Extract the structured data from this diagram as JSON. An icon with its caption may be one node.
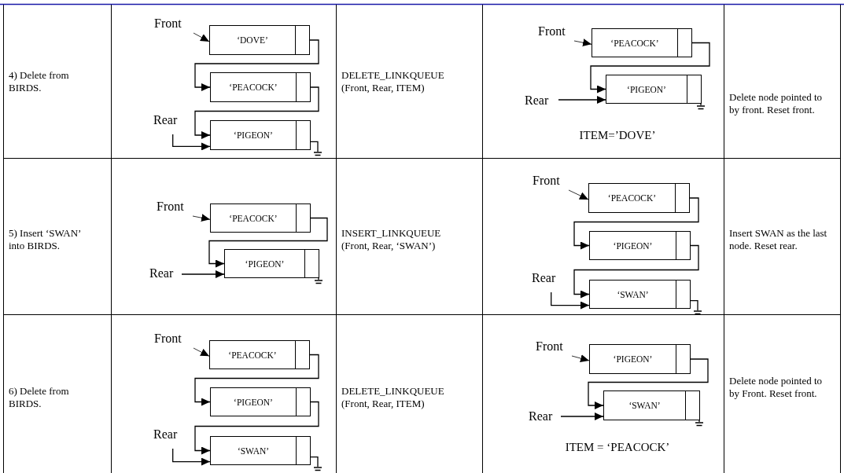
{
  "diagram": {
    "nodes": [
      {
        "text": [
          "Front"
        ]
      },
      {
        "text": [
          "‘DOVE’"
        ]
      },
      {
        "text": [
          "‘PEACOCK’"
        ]
      },
      {
        "text": [
          "Rear"
        ]
      },
      {
        "text": [
          "‘PIGEON’"
        ]
      },
      {
        "text": [
          "Front"
        ]
      },
      {
        "text": [
          "‘PEACOCK’"
        ]
      },
      {
        "text": [
          "‘PIGEON’"
        ]
      },
      {
        "text": [
          "Rear"
        ]
      },
      {
        "text": [
          "Front"
        ]
      },
      {
        "text": [
          "‘PEACOCK’"
        ]
      },
      {
        "text": [
          "‘PIGEON’"
        ]
      },
      {
        "text": [
          "Rear"
        ]
      },
      {
        "text": [
          "Front"
        ]
      },
      {
        "text": [
          "‘PEACOCK’"
        ]
      },
      {
        "text": [
          "‘PIGEON’"
        ]
      },
      {
        "text": [
          "Rear"
        ]
      },
      {
        "text": [
          "‘SWAN’"
        ]
      },
      {
        "text": [
          "Front"
        ]
      },
      {
        "text": [
          "‘PEACOCK’"
        ]
      },
      {
        "text": [
          "‘PIGEON’"
        ]
      },
      {
        "text": [
          "Rear"
        ]
      },
      {
        "text": [
          "‘SWAN’"
        ]
      },
      {
        "text": [
          "Front"
        ]
      },
      {
        "text": [
          "‘PIGEON’"
        ]
      },
      {
        "text": [
          "‘SWAN’"
        ]
      },
      {
        "text": [
          "Rear"
        ]
      },
      {
        "text": [],
        "shape": "ground"
      },
      {
        "text": [],
        "shape": "ground"
      },
      {
        "text": [],
        "shape": "ground"
      },
      {
        "text": [],
        "shape": "ground"
      },
      {
        "text": [],
        "shape": "ground"
      },
      {
        "text": [],
        "shape": "ground"
      }
    ],
    "edges": [
      {
        "from": 0,
        "to": 1,
        "arrow": "to"
      },
      {
        "from": 1,
        "to": 2,
        "arrow": "to"
      },
      {
        "from": 2,
        "to": 4,
        "arrow": "to"
      },
      {
        "from": 3,
        "to": 4,
        "arrow": "to"
      },
      {
        "from": 4,
        "to": 27,
        "arrow": "none"
      },
      {
        "from": 5,
        "to": 6,
        "arrow": "to"
      },
      {
        "from": 6,
        "to": 7,
        "arrow": "to"
      },
      {
        "from": 8,
        "to": 7,
        "arrow": "to"
      },
      {
        "from": 7,
        "to": 28,
        "arrow": "none"
      },
      {
        "from": 9,
        "to": 10,
        "arrow": "to"
      },
      {
        "from": 10,
        "to": 11,
        "arrow": "to"
      },
      {
        "from": 12,
        "to": 11,
        "arrow": "to"
      },
      {
        "from": 11,
        "to": 29,
        "arrow": "none"
      },
      {
        "from": 13,
        "to": 14,
        "arrow": "to"
      },
      {
        "from": 14,
        "to": 15,
        "arrow": "to"
      },
      {
        "from": 15,
        "to": 17,
        "arrow": "to"
      },
      {
        "from": 16,
        "to": 17,
        "arrow": "to"
      },
      {
        "from": 17,
        "to": 30,
        "arrow": "none"
      },
      {
        "from": 18,
        "to": 19,
        "arrow": "to"
      },
      {
        "from": 19,
        "to": 20,
        "arrow": "to"
      },
      {
        "from": 20,
        "to": 22,
        "arrow": "to"
      },
      {
        "from": 21,
        "to": 22,
        "arrow": "to"
      },
      {
        "from": 22,
        "to": 31,
        "arrow": "none"
      },
      {
        "from": 23,
        "to": 24,
        "arrow": "to"
      },
      {
        "from": 24,
        "to": 25,
        "arrow": "to"
      },
      {
        "from": 26,
        "to": 25,
        "arrow": "to"
      },
      {
        "from": 25,
        "to": 32,
        "arrow": "none"
      }
    ],
    "labels": [
      "4) Delete from BIRDS.",
      "DELETE_LINKQUEUE (Front, Rear, ITEM)",
      "ITEM=’DOVE’",
      "Delete node pointed to by front. Reset front.",
      "5) Insert ‘SWAN’ into BIRDS.",
      "INSERT_LINKQUEUE (Front, Rear, ‘SWAN’)",
      "Insert SWAN as the last node. Reset rear.",
      "6) Delete from BIRDS.",
      "DELETE_LINKQUEUE (Front, Rear, ITEM)",
      "ITEM = ‘PEACOCK’",
      "Delete node pointed to by Front. Reset front."
    ]
  }
}
